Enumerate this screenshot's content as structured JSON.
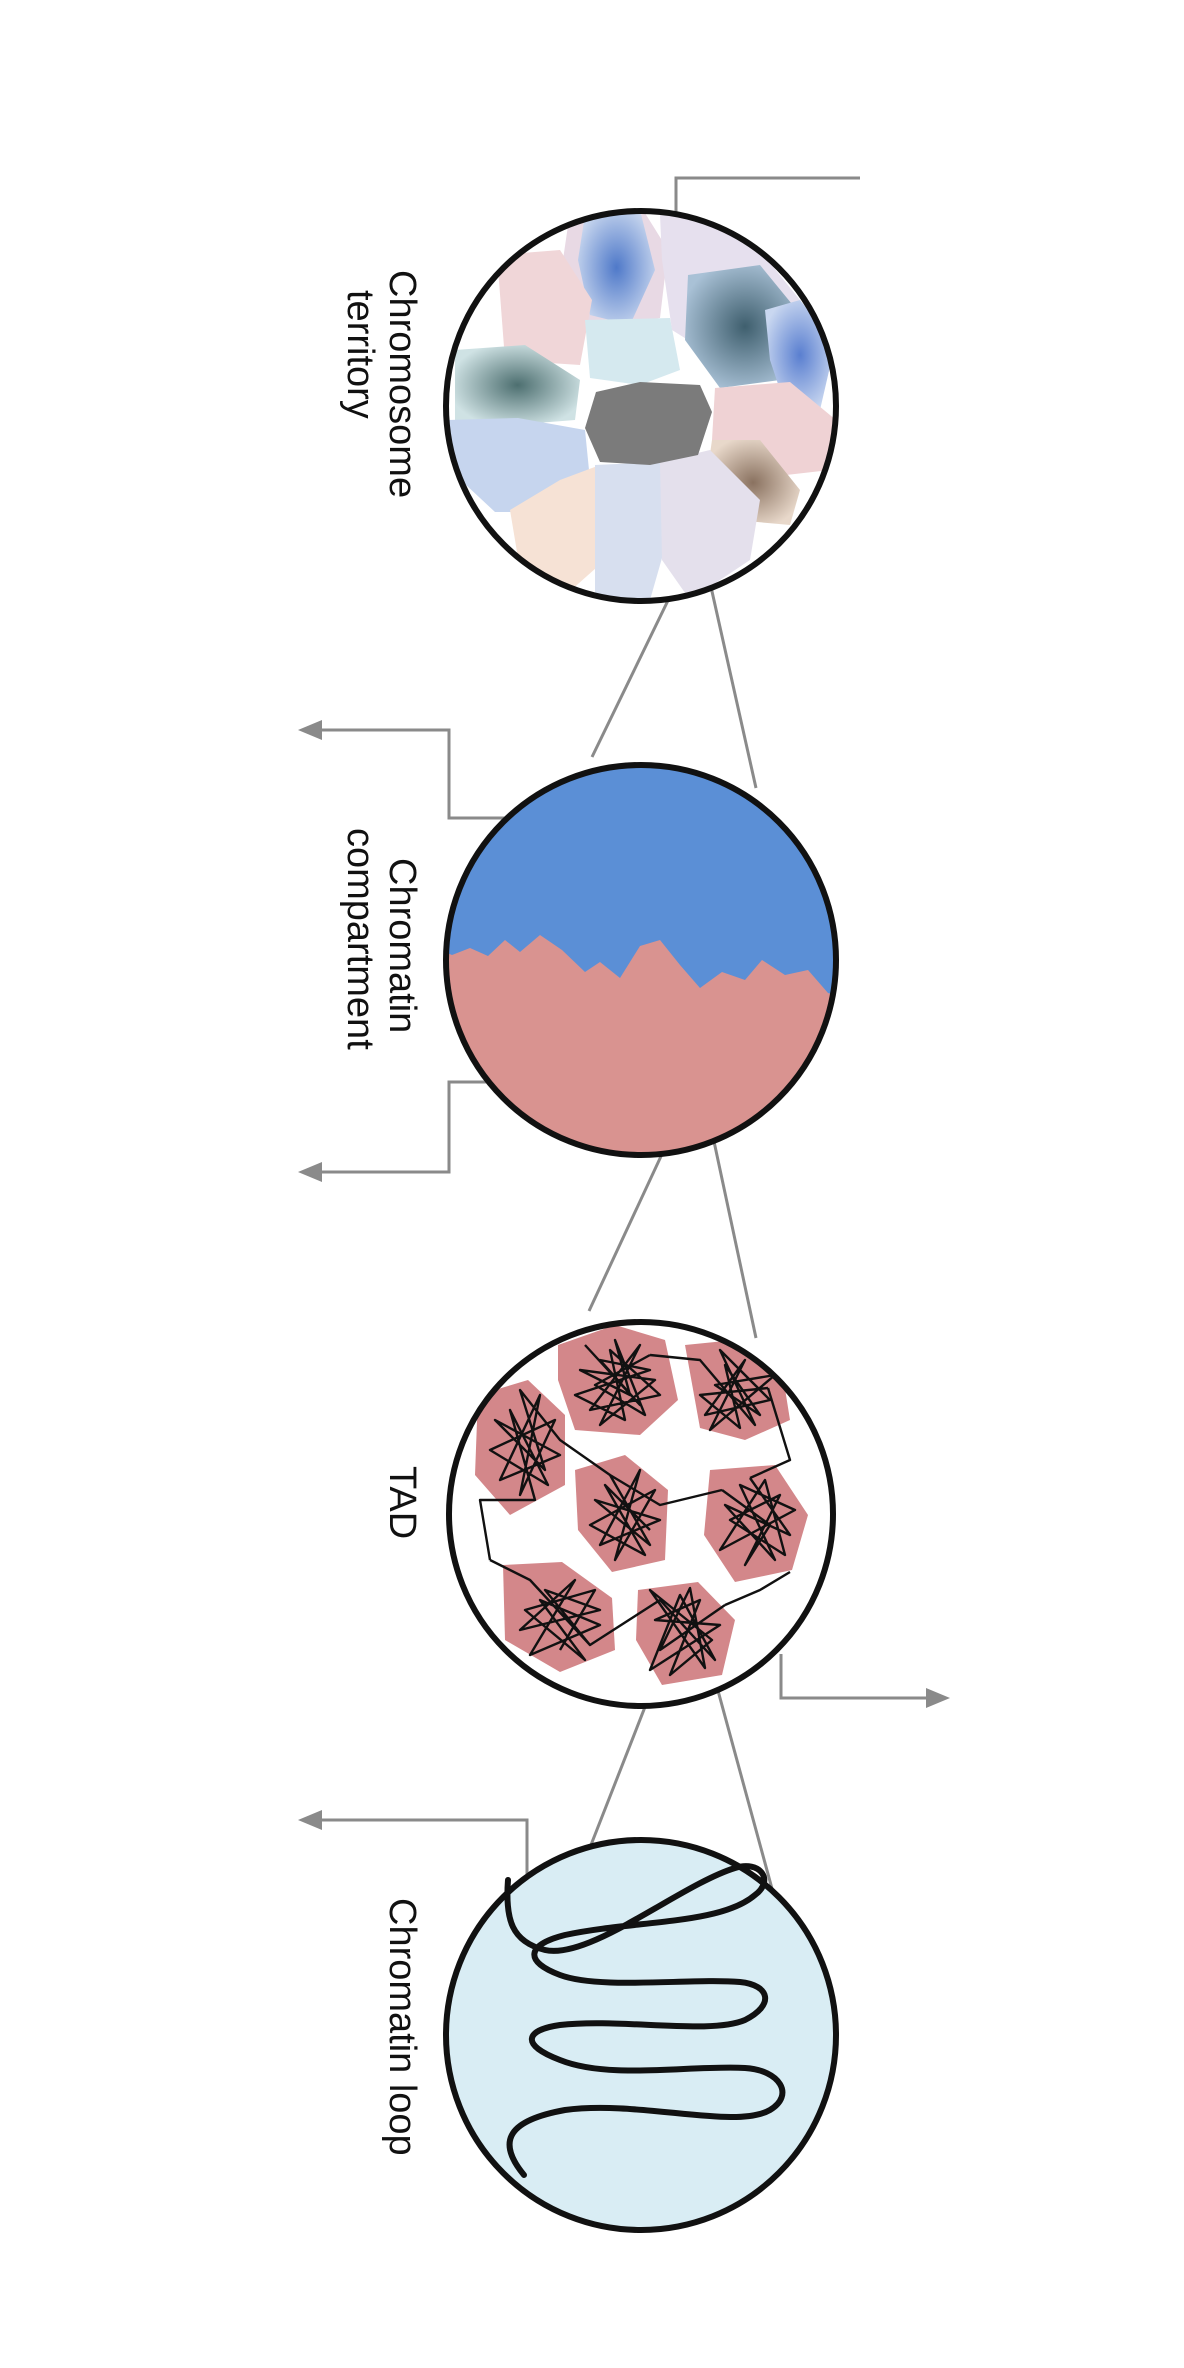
{
  "labels": {
    "territory_line1": "Chromosome",
    "territory_line2": "territory",
    "compartment_line1": "Chromatin",
    "compartment_line2": "compartment",
    "tad": "TAD",
    "loop": "Chromatin loop"
  },
  "colors": {
    "outline": "#111111",
    "connector": "#8a8a8a",
    "compartment_a": "#5b8fd6",
    "compartment_b": "#d99390",
    "tad_domain": "#d3878a",
    "loop_fill": "#d9edf4",
    "territory_center": "#7b7b7b"
  }
}
